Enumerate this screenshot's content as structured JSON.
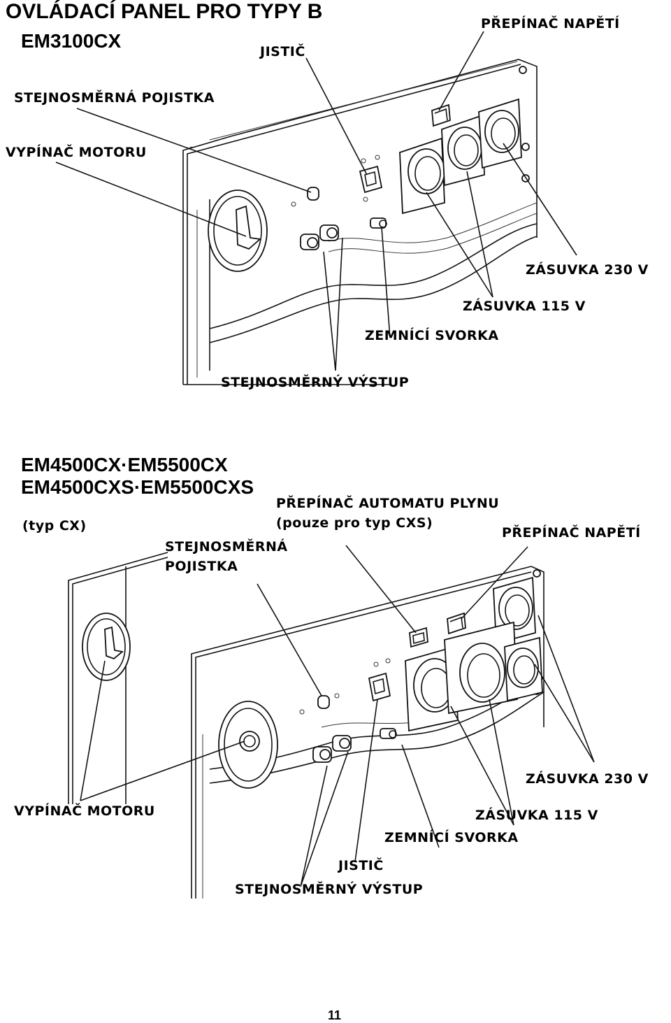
{
  "page_title": "OVLÁDACÍ PANEL PRO TYPY B",
  "section1": {
    "model": "EM3100CX",
    "labels": {
      "voltage_switch": "PŘEPÍNAČ NAPĚTÍ",
      "breaker": "JISTIČ",
      "dc_fuse": "STEJNOSMĚRNÁ POJISTKA",
      "engine_switch": "VYPÍNAČ MOTORU",
      "socket_230": "ZÁSUVKA 230 V",
      "socket_115": "ZÁSUVKA 115 V",
      "ground_terminal": "ZEMNÍCÍ SVORKA",
      "dc_output": "STEJNOSMĚRNÝ VÝSTUP"
    }
  },
  "section2": {
    "model_line1": "EM4500CX·EM5500CX",
    "model_line2": "EM4500CXS·EM5500CXS",
    "type_note": "(typ CX)",
    "labels": {
      "auto_throttle": "PŘEPÍNAČ AUTOMATU PLYNU",
      "auto_throttle_note": "(pouze pro typ CXS)",
      "voltage_switch": "PŘEPÍNAČ NAPĚTÍ",
      "dc_fuse_line1": "STEJNOSMĚRNÁ",
      "dc_fuse_line2": "POJISTKA",
      "socket_230": "ZÁSUVKA 230 V",
      "engine_switch": "VYPÍNAČ MOTORU",
      "socket_115": "ZÁSUVKA 115 V",
      "ground_terminal": "ZEMNÍCÍ SVORKA",
      "breaker": "JISTIČ",
      "dc_output": "STEJNOSMĚRNÝ VÝSTUP"
    }
  },
  "page_number": "11"
}
